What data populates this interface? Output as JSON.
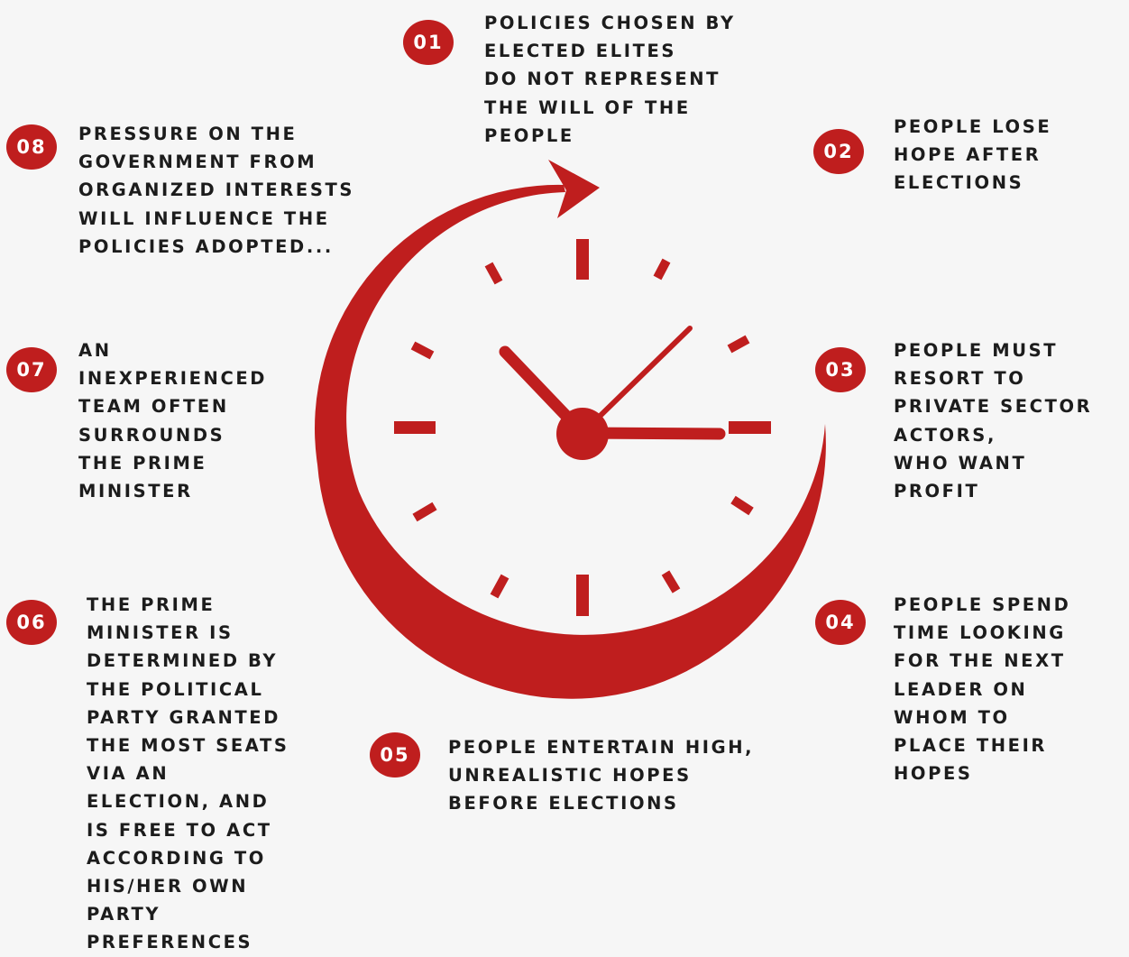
{
  "colors": {
    "accent": "#bf1e1e",
    "text": "#1c1c1c",
    "background": "#f6f6f6"
  },
  "clock": {
    "icon": "clock-with-circular-arrow-icon"
  },
  "steps": [
    {
      "number": "01",
      "text": "POLICIES CHOSEN BY\nELECTED ELITES\nDO NOT REPRESENT\nTHE WILL OF THE\nPEOPLE"
    },
    {
      "number": "02",
      "text": "PEOPLE LOSE\nHOPE AFTER\nELECTIONS"
    },
    {
      "number": "03",
      "text": "PEOPLE MUST\nRESORT TO\nPRIVATE SECTOR\nACTORS,\nWHO WANT\nPROFIT"
    },
    {
      "number": "04",
      "text": "PEOPLE SPEND\nTIME LOOKING\nFOR THE NEXT\nLEADER ON\nWHOM TO\nPLACE THEIR\nHOPES"
    },
    {
      "number": "05",
      "text": "PEOPLE ENTERTAIN HIGH,\nUNREALISTIC HOPES\nBEFORE ELECTIONS"
    },
    {
      "number": "06",
      "text": "THE PRIME\nMINISTER IS\nDETERMINED BY\nTHE POLITICAL\nPARTY GRANTED\nTHE MOST SEATS\nVIA AN\nELECTION,  AND\nIS FREE TO ACT\nACCORDING TO\nHIS/HER OWN\nPARTY\nPREFERENCES"
    },
    {
      "number": "07",
      "text": "AN\nINEXPERIENCED\nTEAM OFTEN\nSURROUNDS\nTHE PRIME\nMINISTER"
    },
    {
      "number": "08",
      "text": "PRESSURE ON THE\nGOVERNMENT FROM\nORGANIZED INTERESTS\nWILL INFLUENCE THE\nPOLICIES ADOPTED..."
    }
  ]
}
